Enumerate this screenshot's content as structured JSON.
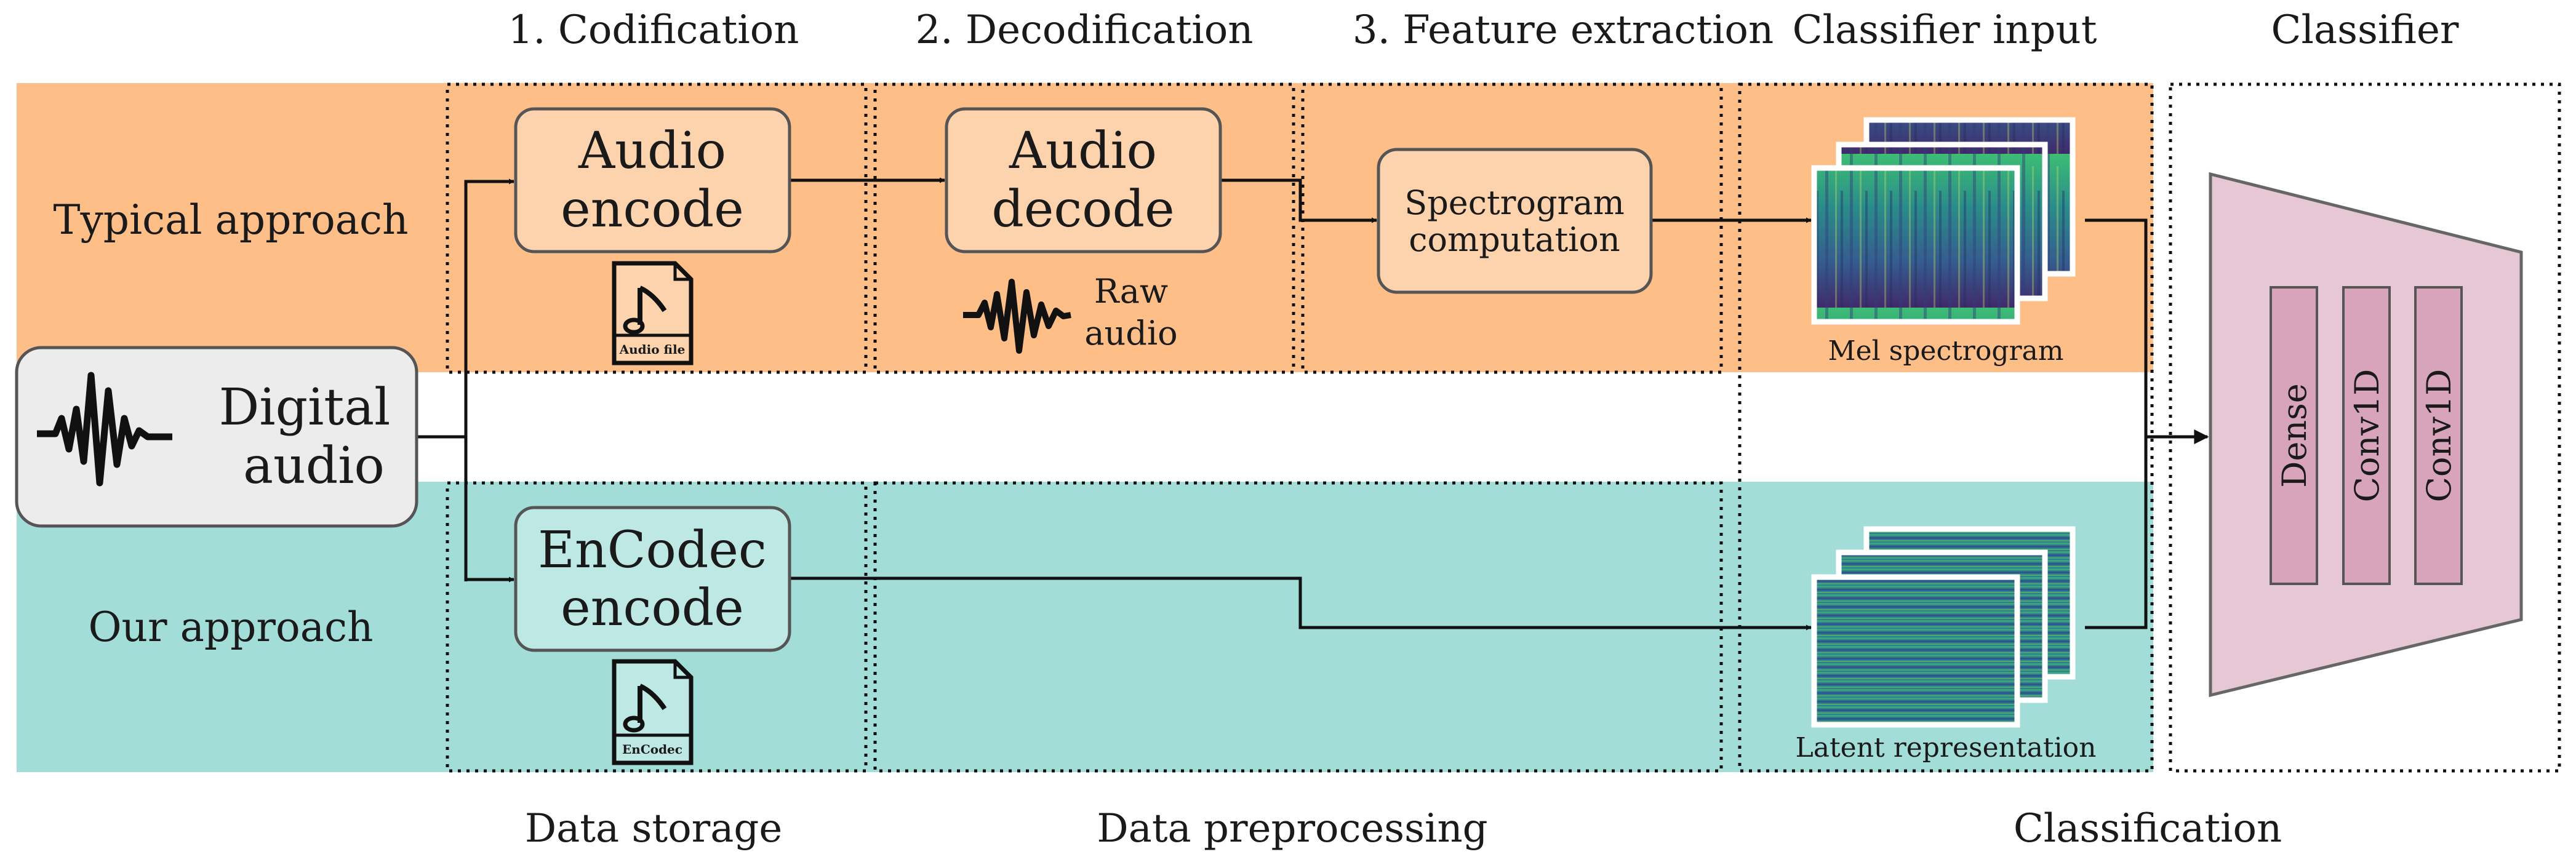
{
  "stages": [
    "1. Codification",
    "2. Decodification",
    "3. Feature extraction",
    "Classifier input",
    "Classifier"
  ],
  "groups": [
    "Data storage",
    "Data preprocessing",
    "Classification"
  ],
  "rows": {
    "typical": "Typical approach",
    "ours": "Our approach"
  },
  "input": {
    "line1": "Digital",
    "line2": "audio"
  },
  "typical_boxes": {
    "audio_encode": [
      "Audio",
      "encode"
    ],
    "audio_decode": [
      "Audio",
      "decode"
    ],
    "spectrogram": [
      "Spectrogram",
      "computation"
    ]
  },
  "raw_audio": [
    "Raw",
    "audio"
  ],
  "audio_file_label": "Audio file",
  "ours_box": [
    "EnCodec",
    "encode"
  ],
  "encodec_file_label": "EnCodec",
  "mel_caption": "Mel spectrogram",
  "latent_caption": "Latent representation",
  "classifier_layers": [
    "Dense",
    "Conv1D",
    "Conv1D"
  ],
  "colors": {
    "typical_band": "#fdbe87",
    "ours_band": "#a2ddd8",
    "box_typical_fill": "#fdd3ad",
    "box_ours_fill": "#bde8e4",
    "input_fill": "#ececec",
    "classifier_fill": "#e6c7d4",
    "layer_fill": "#d7a4bc"
  }
}
